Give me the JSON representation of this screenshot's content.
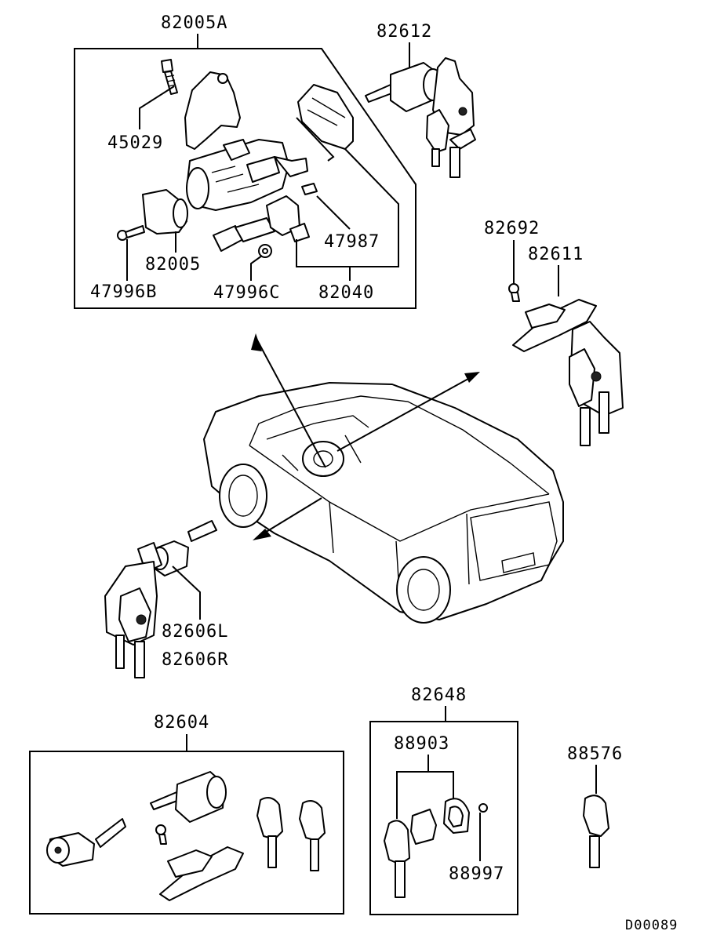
{
  "labels": {
    "p82005A": "82005A",
    "p82612": "82612",
    "p45029": "45029",
    "p82005": "82005",
    "p47996B": "47996B",
    "p47996C": "47996C",
    "p47987": "47987",
    "p82040": "82040",
    "p82692": "82692",
    "p82611": "82611",
    "p82606L": "82606L",
    "p82606R": "82606R",
    "p82604": "82604",
    "p82648": "82648",
    "p88903": "88903",
    "p88997": "88997",
    "p88576": "88576"
  },
  "diagram_code": "D00089"
}
